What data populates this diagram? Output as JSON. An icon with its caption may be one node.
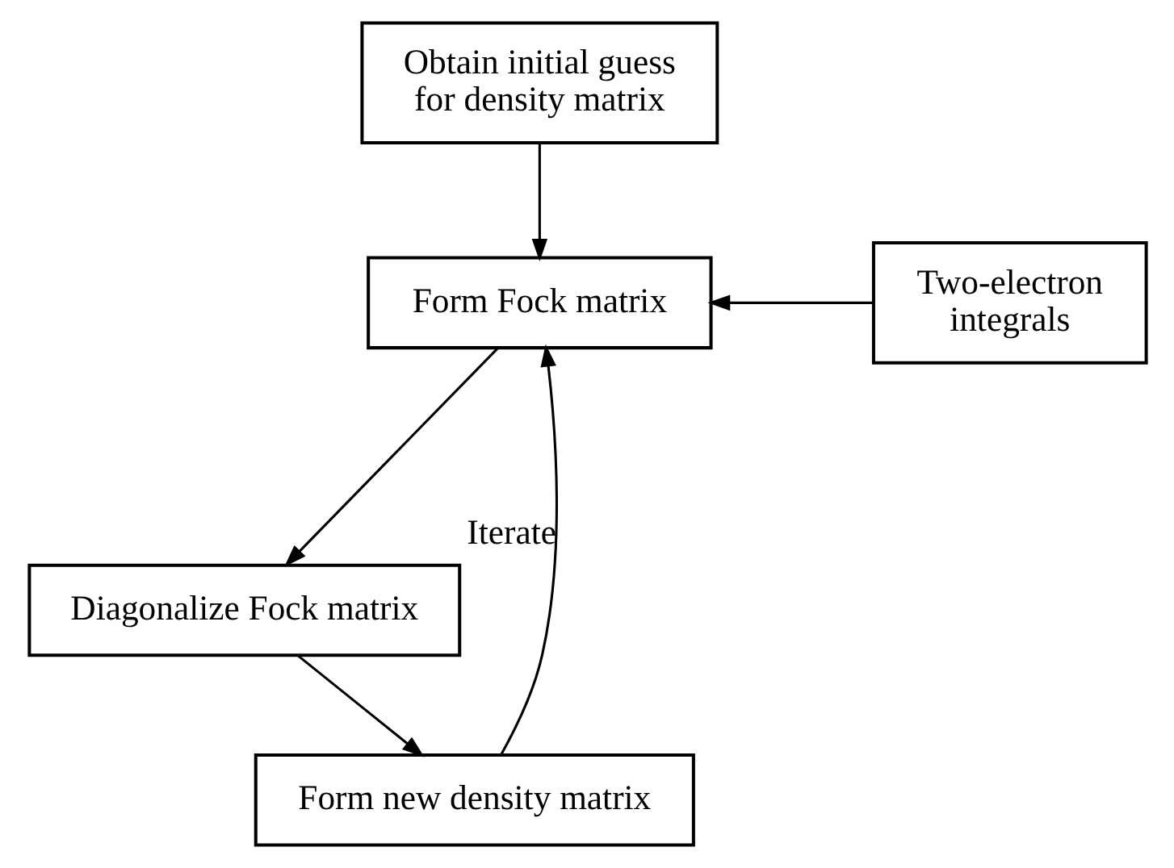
{
  "diagram": {
    "nodes": [
      {
        "text": [
          "Obtain initial guess for density matrix"
        ]
      },
      {
        "text": [
          "Form Fock matrix"
        ]
      },
      {
        "text": [
          "Two-electron integrals"
        ]
      },
      {
        "text": [
          "Diagonalize Fock matrix"
        ]
      },
      {
        "text": [
          "Form new density matrix"
        ]
      }
    ],
    "edges": [
      {
        "from": 0,
        "to": 1,
        "arrow": "to"
      },
      {
        "from": 2,
        "to": 1,
        "arrow": "to"
      },
      {
        "from": 1,
        "to": 3,
        "arrow": "to"
      },
      {
        "from": 3,
        "to": 4,
        "arrow": "to"
      },
      {
        "from": 4,
        "to": 1,
        "arrow": "to",
        "label": "Iterate"
      }
    ]
  }
}
